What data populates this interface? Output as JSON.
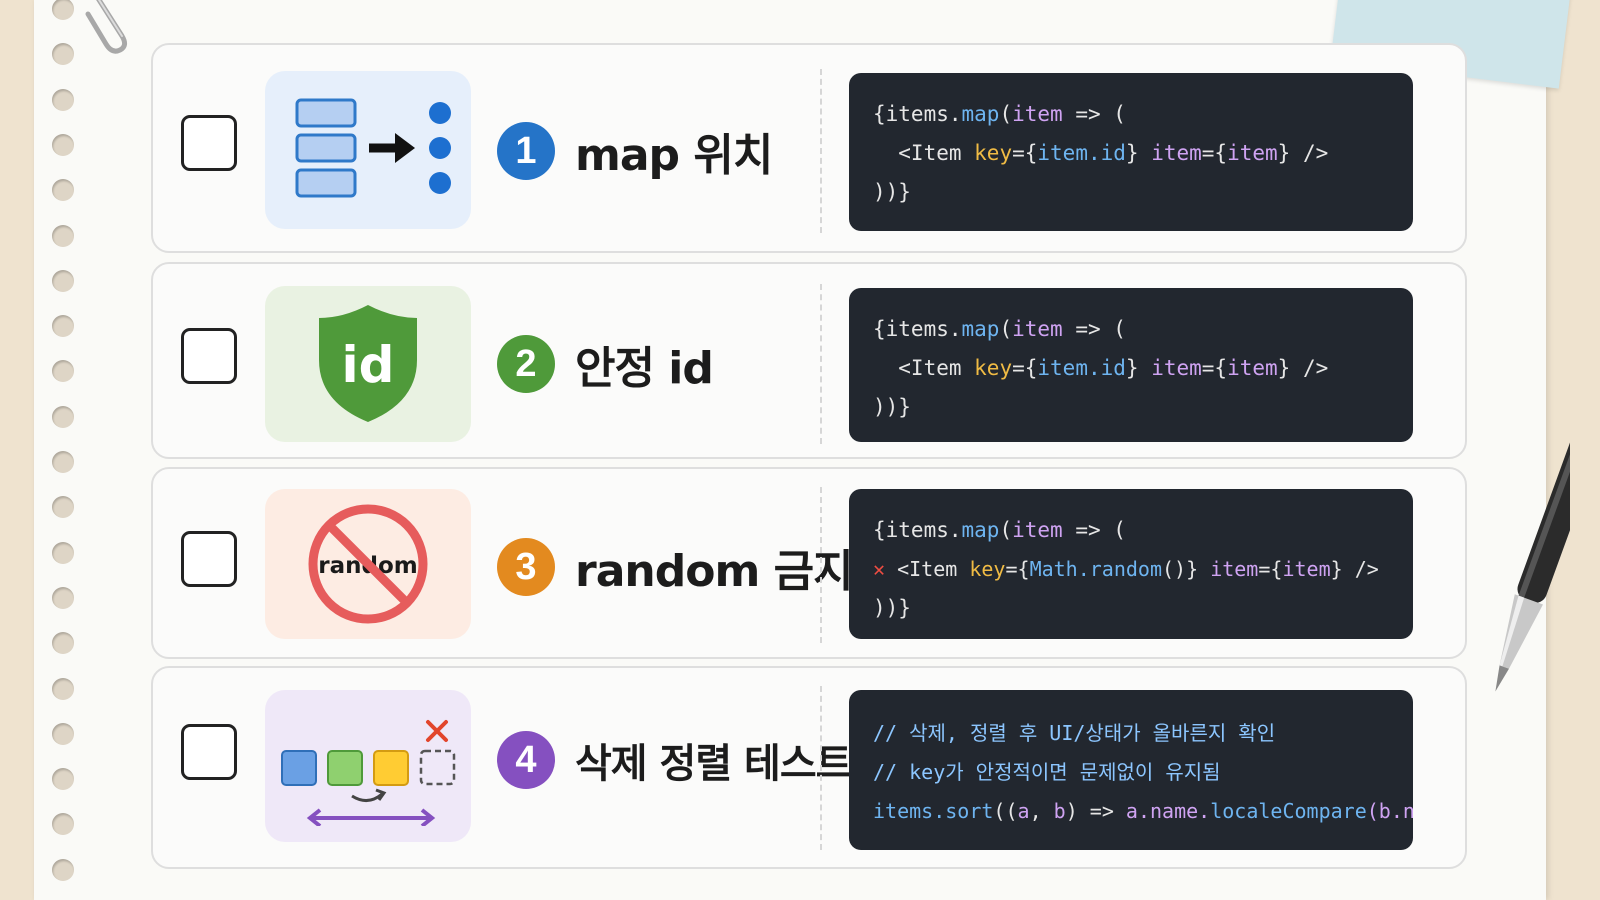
{
  "cards": [
    {
      "number": "1",
      "title": "map 위치",
      "icon": "list-map-icon",
      "accent": "#2574c8",
      "tile_bg": "#e6effb",
      "code": {
        "l1a": "{items.",
        "l1fn": "map",
        "l1b": "(",
        "l1v": "item",
        "l1c": " => (",
        "l2a": "  <Item ",
        "l2k": "key",
        "l2b": "={",
        "l2v1": "item.id",
        "l2c": "} ",
        "l2i": "item",
        "l2d": "={",
        "l2v2": "item",
        "l2e": "} />",
        "l3": "))}"
      }
    },
    {
      "number": "2",
      "title": "안정 id",
      "icon": "shield-id-icon",
      "shield_text": "id",
      "accent": "#4f9a3a",
      "tile_bg": "#e9f2e2",
      "code": {
        "l1a": "{items.",
        "l1fn": "map",
        "l1b": "(",
        "l1v": "item",
        "l1c": " => (",
        "l2a": "  <Item ",
        "l2k": "key",
        "l2b": "={",
        "l2v1": "item.id",
        "l2c": "} ",
        "l2i": "item",
        "l2d": "={",
        "l2v2": "item",
        "l2e": "} />",
        "l3": "))}"
      }
    },
    {
      "number": "3",
      "title": "random 금지",
      "icon": "no-random-icon",
      "ban_text": "random",
      "accent": "#e38a1f",
      "tile_bg": "#fdece3",
      "code": {
        "l1a": "{items.",
        "l1fn": "map",
        "l1b": "(",
        "l1v": "item",
        "l1c": " => (",
        "l2x": "✕",
        "l2a": " <Item ",
        "l2k": "key",
        "l2b": "={",
        "l2fn": "Math.random",
        "l2c": "()} ",
        "l2i": "item",
        "l2d": "={",
        "l2v2": "item",
        "l2e": "} />",
        "l3": "))}"
      }
    },
    {
      "number": "4",
      "title": "삭제 정렬 테스트",
      "icon": "reorder-delete-icon",
      "accent": "#8550c0",
      "tile_bg": "#efe8f8",
      "code": {
        "c1": "// 삭제, 정렬 후 UI/상태가 올바른지 확인",
        "c2": "// key가 안정적이면 문제없이 유지됨",
        "l3a": "items.",
        "l3fn": "sort",
        "l3b": "((",
        "l3v1": "a",
        "l3c": ", ",
        "l3v2": "b",
        "l3d": ") => ",
        "l3e": "a.name.",
        "l3fn2": "localeCompare",
        "l3f": "(b.name))"
      }
    }
  ]
}
